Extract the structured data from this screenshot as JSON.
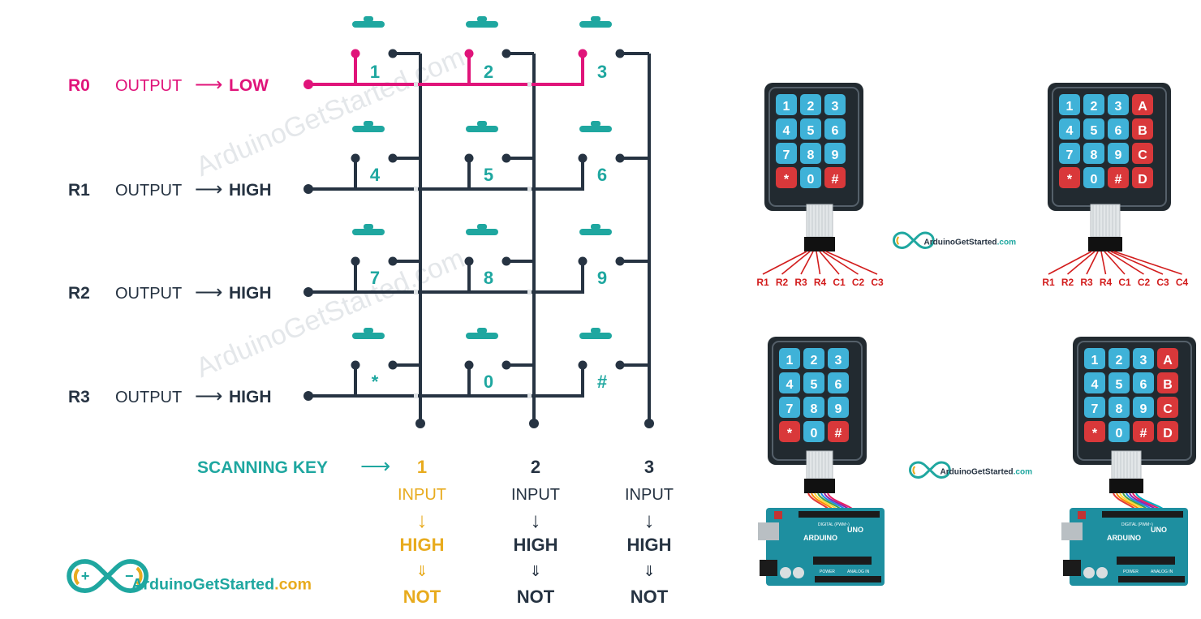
{
  "colors": {
    "accent": "#e0147a",
    "wire": "#263342",
    "teal": "#1fa7a0",
    "gold": "#e8ab1e",
    "pin": "#d21c1c",
    "key_blue": "#3fb2d8",
    "key_red": "#d9383a",
    "board": "#1e8fa0"
  },
  "rows": [
    {
      "id": "R0",
      "mode": "OUTPUT",
      "level": "LOW",
      "active": true
    },
    {
      "id": "R1",
      "mode": "OUTPUT",
      "level": "HIGH",
      "active": false
    },
    {
      "id": "R2",
      "mode": "OUTPUT",
      "level": "HIGH",
      "active": false
    },
    {
      "id": "R3",
      "mode": "OUTPUT",
      "level": "HIGH",
      "active": false
    }
  ],
  "keys": [
    [
      "1",
      "2",
      "3"
    ],
    [
      "4",
      "5",
      "6"
    ],
    [
      "7",
      "8",
      "9"
    ],
    [
      "*",
      "0",
      "#"
    ]
  ],
  "scanning_label": "SCANNING KEY",
  "columns": [
    {
      "number": "1",
      "mode": "INPUT",
      "level": "HIGH",
      "result": "NOT",
      "highlight": true
    },
    {
      "number": "2",
      "mode": "INPUT",
      "level": "HIGH",
      "result": "NOT",
      "highlight": false
    },
    {
      "number": "3",
      "mode": "INPUT",
      "level": "HIGH",
      "result": "NOT",
      "highlight": false
    }
  ],
  "logo": {
    "brand": "ArduinoGetStarted",
    "tld": ".com"
  },
  "watermark": "ArduinoGetStarted.com",
  "keypad_3x4": {
    "keys": [
      [
        "1",
        "2",
        "3"
      ],
      [
        "4",
        "5",
        "6"
      ],
      [
        "7",
        "8",
        "9"
      ],
      [
        "*",
        "0",
        "#"
      ]
    ],
    "pins": [
      "R1",
      "R2",
      "R3",
      "R4",
      "C1",
      "C2",
      "C3"
    ]
  },
  "keypad_4x4": {
    "keys": [
      [
        "1",
        "2",
        "3",
        "A"
      ],
      [
        "4",
        "5",
        "6",
        "B"
      ],
      [
        "7",
        "8",
        "9",
        "C"
      ],
      [
        "*",
        "0",
        "#",
        "D"
      ]
    ],
    "pins": [
      "R1",
      "R2",
      "R3",
      "R4",
      "C1",
      "C2",
      "C3",
      "C4"
    ]
  },
  "board": {
    "name": "ARDUINO",
    "model": "UNO",
    "digital_label": "DIGITAL (PWM~)",
    "power_label": "POWER",
    "analog_label": "ANALOG IN"
  }
}
